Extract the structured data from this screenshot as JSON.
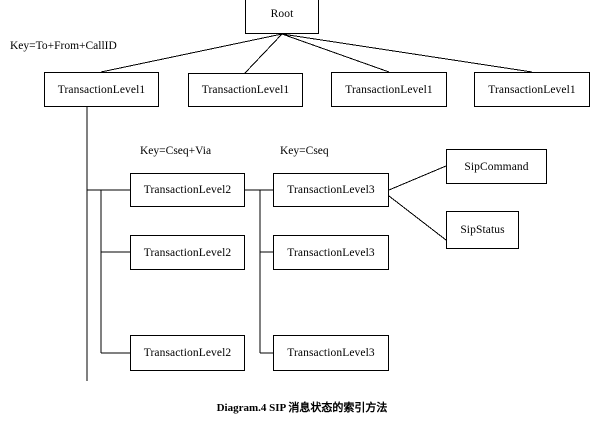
{
  "diagram": {
    "caption": "Diagram.4 SIP 消息状态的索引方法",
    "stroke_color": "#000000",
    "background_color": "#ffffff",
    "nodes": {
      "root": {
        "label": "Root"
      },
      "level1": [
        {
          "label": "TransactionLevel1"
        },
        {
          "label": "TransactionLevel1"
        },
        {
          "label": "TransactionLevel1"
        },
        {
          "label": "TransactionLevel1"
        }
      ],
      "level2": [
        {
          "label": "TransactionLevel2"
        },
        {
          "label": "TransactionLevel2"
        },
        {
          "label": "TransactionLevel2"
        }
      ],
      "level3": [
        {
          "label": "TransactionLevel3"
        },
        {
          "label": "TransactionLevel3"
        },
        {
          "label": "TransactionLevel3"
        }
      ],
      "leaves": [
        {
          "label": "SipCommand"
        },
        {
          "label": "SipStatus"
        }
      ]
    },
    "edge_labels": [
      {
        "text": "Key=To+From+CallID"
      },
      {
        "text": "Key=Cseq+Via"
      },
      {
        "text": "Key=Cseq"
      }
    ]
  }
}
